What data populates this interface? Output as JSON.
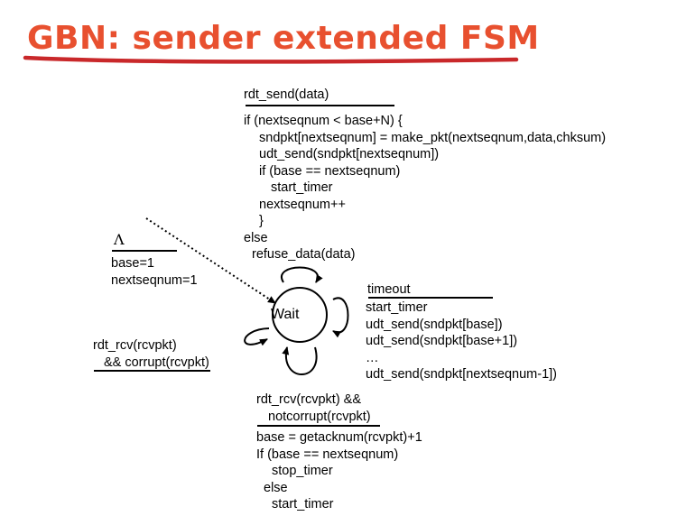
{
  "title": "GBN: sender extended FSM",
  "colors": {
    "title": "#e8502f",
    "underline": "#c9282a"
  },
  "state": {
    "name": "Wait"
  },
  "init": {
    "event": "Λ",
    "actions": [
      "base=1",
      "nextseqnum=1"
    ]
  },
  "send": {
    "event": "rdt_send(data)",
    "actions": [
      "if (nextseqnum < base+N) {",
      "sndpkt[nextseqnum] = make_pkt(nextseqnum,data,chksum)",
      "udt_send(sndpkt[nextseqnum])",
      "if (base == nextseqnum)",
      "start_timer",
      "nextseqnum++",
      "}",
      "else",
      "refuse_data(data)"
    ]
  },
  "timeout": {
    "event": "timeout",
    "actions": [
      "start_timer",
      "udt_send(sndpkt[base])",
      "udt_send(sndpkt[base+1])",
      "…",
      "udt_send(sndpkt[nextseqnum-1])"
    ]
  },
  "corrupt": {
    "event": [
      "rdt_rcv(rcvpkt)",
      "&& corrupt(rcvpkt)"
    ]
  },
  "ack": {
    "event": [
      "rdt_rcv(rcvpkt) &&",
      "notcorrupt(rcvpkt)"
    ],
    "actions": [
      "base = getacknum(rcvpkt)+1",
      "If (base == nextseqnum)",
      "stop_timer",
      "else",
      "start_timer"
    ]
  }
}
